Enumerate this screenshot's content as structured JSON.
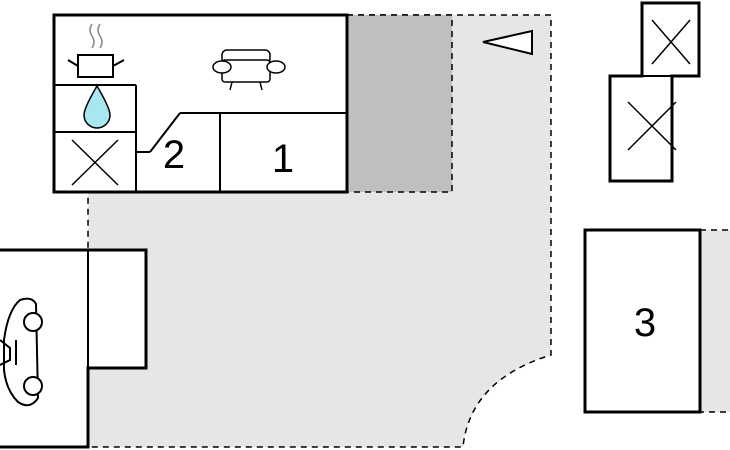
{
  "rooms": [
    {
      "id": "1",
      "label": "1"
    },
    {
      "id": "2",
      "label": "2"
    },
    {
      "id": "3",
      "label": "3"
    }
  ],
  "icons": {
    "cooking": "cooking-pot-icon",
    "water": "water-drop-icon",
    "sofa": "sofa-icon",
    "car": "car-icon",
    "compass": "direction-arrow-icon",
    "cross": "cross-box-icon"
  },
  "colors": {
    "terrace": "#e6e6e6",
    "covered": "#bfbfbf",
    "water": "#a8e6f0",
    "walls": "#000000"
  }
}
